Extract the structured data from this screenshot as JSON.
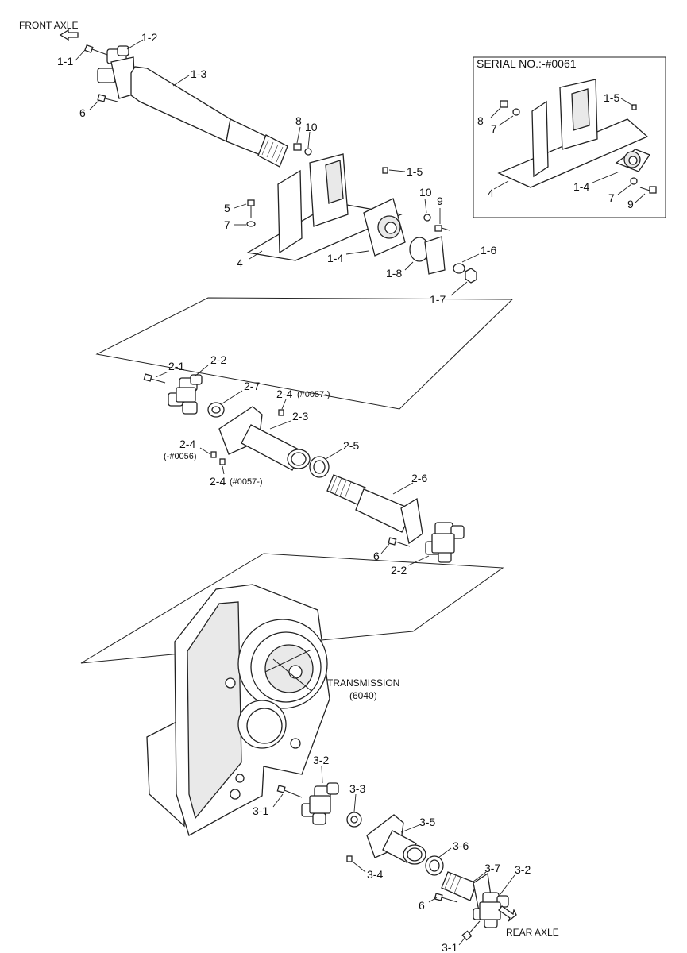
{
  "header": {
    "front_axle": "FRONT AXLE",
    "rear_axle": "REAR AXLE",
    "transmission": "TRANSMISSION",
    "transmission_model": "(6040)"
  },
  "inset": {
    "title": "SERIAL NO.:-#0061",
    "labels": [
      "8",
      "7",
      "1-5",
      "4",
      "1-4",
      "7",
      "9"
    ]
  },
  "group1": {
    "labels": [
      "1-1",
      "1-2",
      "6",
      "1-3",
      "8",
      "10",
      "5",
      "7",
      "4",
      "1-5",
      "10",
      "9",
      "1-4",
      "1-8",
      "1-6",
      "1-7"
    ]
  },
  "group2": {
    "labels": [
      "2-1",
      "2-2",
      "2-7",
      "2-4",
      "(#0057-)",
      "2-3",
      "2-4",
      "(-#0056)",
      "2-4",
      "(#0057-)",
      "2-5",
      "2-6",
      "6",
      "2-2"
    ]
  },
  "group3": {
    "labels": [
      "3-2",
      "3-3",
      "3-1",
      "3-5",
      "3-6",
      "3-4",
      "3-7",
      "3-2",
      "6",
      "3-1"
    ]
  }
}
